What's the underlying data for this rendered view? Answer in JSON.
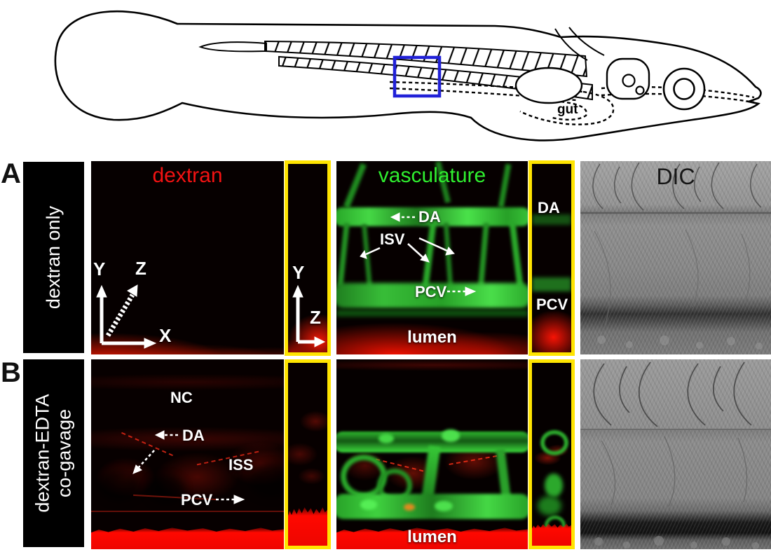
{
  "colors": {
    "dextran_red": "#f31212",
    "vasculature_green": "#2fee2f",
    "frame_yellow": "#ffe400",
    "roi_blue": "#2121d8",
    "label_white": "#ffffff"
  },
  "diagram": {
    "gut_label": "gut"
  },
  "panel_titles": {
    "dextran": "dextran",
    "vasculature": "vasculature",
    "dic": "DIC"
  },
  "rows": {
    "a": {
      "letter": "A",
      "side_label": {
        "line1": "dextran only"
      },
      "axes": {
        "x": "X",
        "y": "Y",
        "z": "Z"
      },
      "strip_axes": {
        "y": "Y",
        "z": "Z"
      },
      "vasc_labels": {
        "da": "DA",
        "isv": "ISV",
        "pcv": "PCV",
        "lumen": "lumen"
      },
      "strip_labels": {
        "da": "DA",
        "pcv": "PCV"
      }
    },
    "b": {
      "letter": "B",
      "side_label": {
        "line1": "dextran-EDTA",
        "line2": "co-gavage"
      },
      "dextran_labels": {
        "nc": "NC",
        "da": "DA",
        "iss": "ISS",
        "pcv": "PCV"
      },
      "vasc_labels": {
        "lumen": "lumen"
      }
    }
  }
}
